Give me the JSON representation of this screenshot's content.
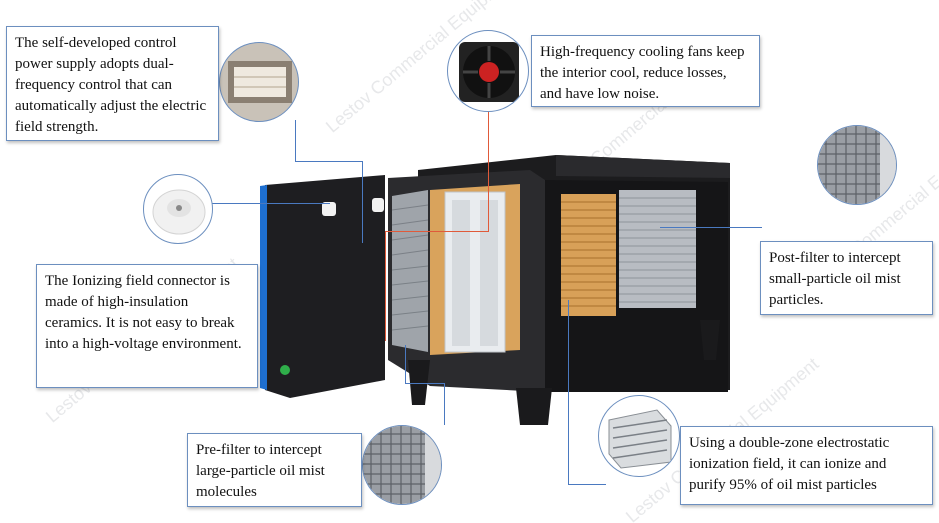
{
  "callouts": {
    "power_supply": "The self-developed control power supply adopts dual-frequency control that can automatically adjust the electric field strength.",
    "cooling_fans": "High-frequency cooling fans keep the interior cool, reduce losses, and have low noise.",
    "connector": "The Ionizing field connector is made of high-insulation ceramics. It is not easy to break into a high-voltage environment.",
    "post_filter": "Post-filter to intercept small-particle oil mist particles.",
    "pre_filter": "Pre-filter to intercept large-particle oil mist molecules",
    "ionization": "Using a double-zone electrostatic ionization field, it can ionize and purify 95% of oil mist particles"
  },
  "watermark": "Lestov Commercial Equipment",
  "colors": {
    "accent_line": "#4a79c0",
    "cabinet": "#1b1b1d",
    "panel_blue": "#1e6fd0",
    "copper": "#d59a52"
  }
}
